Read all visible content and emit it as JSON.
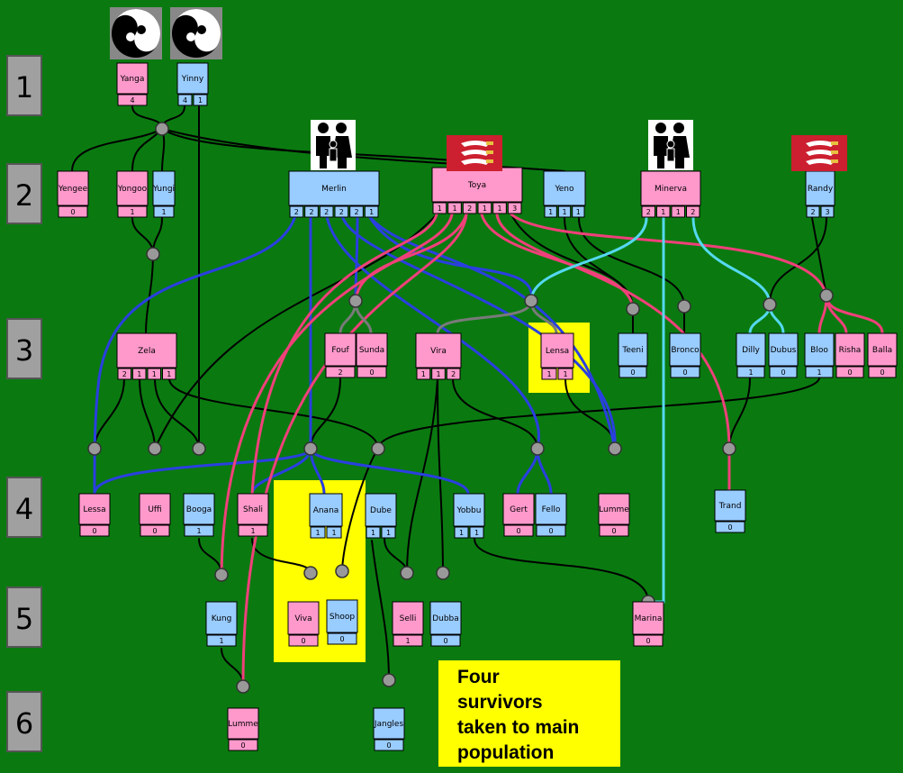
{
  "generations": [
    "1",
    "2",
    "3",
    "4",
    "5",
    "6"
  ],
  "note": {
    "lines": [
      "Four",
      "survivors",
      "taken to main",
      "population"
    ]
  },
  "colors": {
    "female": "#ff99cc",
    "male": "#99ccff",
    "background": "#0a7a10",
    "highlight": "#ffff00",
    "line_black": "#000000",
    "line_blue": "#2a3fe0",
    "line_pink": "#f0407a",
    "line_cyan": "#55d8f0",
    "line_grey": "#7a7a7a",
    "badge_red": "#cc1f2f"
  },
  "icons": {
    "yin_yang": "yin-yang-icon",
    "family": "family-icon",
    "arms": "heraldic-arms-icon"
  },
  "nodes": [
    {
      "id": "yanga",
      "name": "Yanga",
      "sex": "f",
      "counts": [
        "4"
      ]
    },
    {
      "id": "yinny",
      "name": "Yinny",
      "sex": "m",
      "counts": [
        "4",
        "1"
      ]
    },
    {
      "id": "yengee",
      "name": "Yengee",
      "sex": "f",
      "counts": [
        "0"
      ]
    },
    {
      "id": "yongoo",
      "name": "Yongoo",
      "sex": "f",
      "counts": [
        "1"
      ]
    },
    {
      "id": "yungi",
      "name": "Yungi",
      "sex": "m",
      "counts": [
        "1"
      ]
    },
    {
      "id": "merlin",
      "name": "Merlin",
      "sex": "m",
      "counts": [
        "2",
        "2",
        "2",
        "2",
        "2",
        "1"
      ]
    },
    {
      "id": "toya",
      "name": "Toya",
      "sex": "f",
      "counts": [
        "1",
        "1",
        "2",
        "1",
        "1",
        "3"
      ]
    },
    {
      "id": "yeno",
      "name": "Yeno",
      "sex": "m",
      "counts": [
        "1",
        "1",
        "1"
      ]
    },
    {
      "id": "minerva",
      "name": "Minerva",
      "sex": "f",
      "counts": [
        "2",
        "1",
        "1",
        "2"
      ]
    },
    {
      "id": "randy",
      "name": "Randy",
      "sex": "m",
      "counts": [
        "2",
        "3"
      ]
    },
    {
      "id": "zela",
      "name": "Zela",
      "sex": "f",
      "counts": [
        "2",
        "1",
        "1",
        "1"
      ]
    },
    {
      "id": "fouf",
      "name": "Fouf",
      "sex": "f",
      "counts": [
        "2"
      ]
    },
    {
      "id": "sunda",
      "name": "Sunda",
      "sex": "f",
      "counts": [
        "0"
      ]
    },
    {
      "id": "vira",
      "name": "Vira",
      "sex": "f",
      "counts": [
        "1",
        "1",
        "2"
      ]
    },
    {
      "id": "lensa",
      "name": "Lensa",
      "sex": "f",
      "counts": [
        "1",
        "1"
      ]
    },
    {
      "id": "teeni",
      "name": "Teeni",
      "sex": "m",
      "counts": [
        "0"
      ]
    },
    {
      "id": "bronco",
      "name": "Bronco",
      "sex": "m",
      "counts": [
        "0"
      ]
    },
    {
      "id": "dilly",
      "name": "Dilly",
      "sex": "m",
      "counts": [
        "1"
      ]
    },
    {
      "id": "dubus",
      "name": "Dubus",
      "sex": "m",
      "counts": [
        "0"
      ]
    },
    {
      "id": "bloo",
      "name": "Bloo",
      "sex": "m",
      "counts": [
        "1"
      ]
    },
    {
      "id": "risha",
      "name": "Risha",
      "sex": "f",
      "counts": [
        "0"
      ]
    },
    {
      "id": "balla",
      "name": "Balla",
      "sex": "f",
      "counts": [
        "0"
      ]
    },
    {
      "id": "lessa",
      "name": "Lessa",
      "sex": "f",
      "counts": [
        "0"
      ]
    },
    {
      "id": "uffi",
      "name": "Uffi",
      "sex": "f",
      "counts": [
        "0"
      ]
    },
    {
      "id": "booga",
      "name": "Booga",
      "sex": "m",
      "counts": [
        "1"
      ]
    },
    {
      "id": "shali",
      "name": "Shali",
      "sex": "f",
      "counts": [
        "1"
      ]
    },
    {
      "id": "anana",
      "name": "Anana",
      "sex": "m",
      "counts": [
        "1",
        "1"
      ]
    },
    {
      "id": "dube",
      "name": "Dube",
      "sex": "m",
      "counts": [
        "1",
        "1"
      ]
    },
    {
      "id": "yobbu",
      "name": "Yobbu",
      "sex": "m",
      "counts": [
        "1",
        "1"
      ]
    },
    {
      "id": "gert",
      "name": "Gert",
      "sex": "f",
      "counts": [
        "0"
      ]
    },
    {
      "id": "fello",
      "name": "Fello",
      "sex": "m",
      "counts": [
        "0"
      ]
    },
    {
      "id": "lumme4",
      "name": "Lumme",
      "sex": "f",
      "counts": [
        "0"
      ]
    },
    {
      "id": "trand",
      "name": "Trand",
      "sex": "m",
      "counts": [
        "0"
      ]
    },
    {
      "id": "kung",
      "name": "Kung",
      "sex": "m",
      "counts": [
        "1"
      ]
    },
    {
      "id": "viva",
      "name": "Viva",
      "sex": "f",
      "counts": [
        "0"
      ]
    },
    {
      "id": "shoop",
      "name": "Shoop",
      "sex": "m",
      "counts": [
        "0"
      ]
    },
    {
      "id": "selli",
      "name": "Selli",
      "sex": "f",
      "counts": [
        "1"
      ]
    },
    {
      "id": "dubba",
      "name": "Dubba",
      "sex": "m",
      "counts": [
        "0"
      ]
    },
    {
      "id": "marina",
      "name": "Marina",
      "sex": "f",
      "counts": [
        "0"
      ]
    },
    {
      "id": "lumme6",
      "name": "Lumme",
      "sex": "f",
      "counts": [
        "0"
      ]
    },
    {
      "id": "jangles",
      "name": "Jangles",
      "sex": "m",
      "counts": [
        "0"
      ]
    }
  ]
}
